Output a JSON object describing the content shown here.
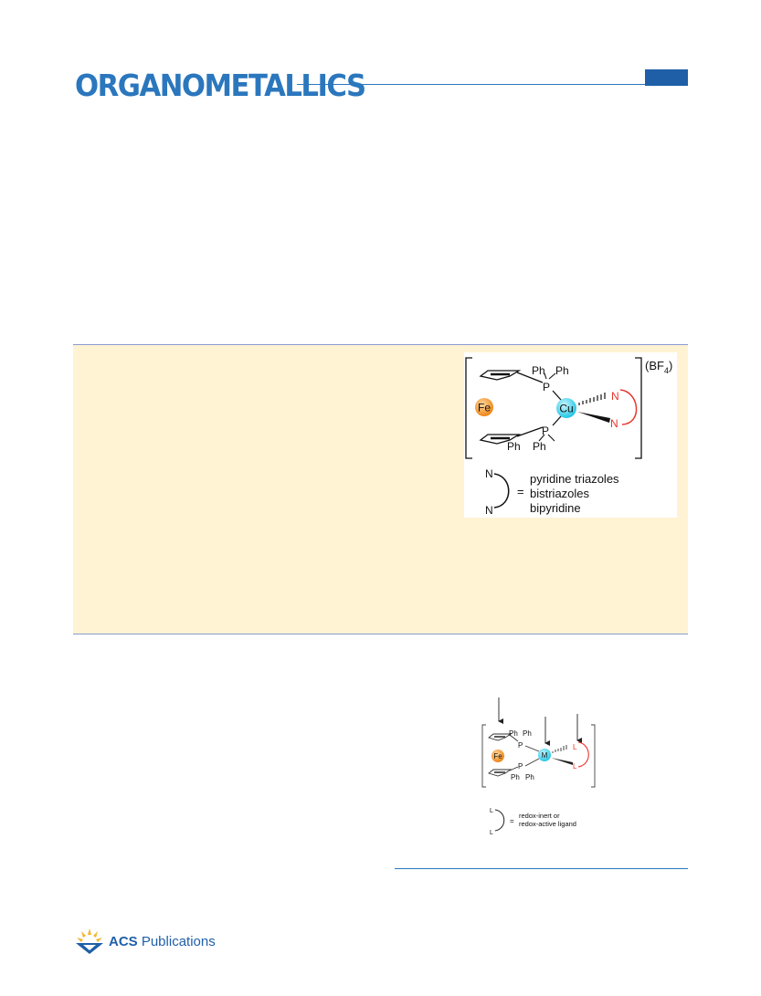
{
  "header": {
    "journal_title": "ORGANOMETALLICS"
  },
  "toc_graphic": {
    "ph1": "Ph",
    "ph2": "Ph",
    "ph3": "Ph",
    "ph4": "Ph",
    "p_top": "P",
    "p_bottom": "P",
    "fe": "Fe",
    "cu": "Cu",
    "n_top": "N",
    "n_bottom": "N",
    "counterion_main": "(BF",
    "counterion_sub": "4",
    "counterion_close": ")",
    "legend_n_top": "N",
    "legend_n_bottom": "N",
    "legend_equals": "=",
    "legend_line1": "pyridine triazoles",
    "legend_line2": "bistriazoles",
    "legend_line3": "bipyridine"
  },
  "figure": {
    "ph1": "Ph",
    "ph2": "Ph",
    "ph3": "Ph",
    "ph4": "Ph",
    "p_top": "P",
    "p_bottom": "P",
    "fe": "Fe",
    "m": "M",
    "l_top": "L",
    "l_bottom": "L",
    "legend_l_top": "L",
    "legend_l_bottom": "L",
    "legend_equals": "=",
    "legend_line1": "redox-inert or",
    "legend_line2": "redox-active ligand"
  },
  "footer": {
    "publisher_bold": "ACS",
    "publisher_rest": " Publications"
  },
  "colors": {
    "brand_blue": "#2b77be",
    "abstract_background": "#fff3d3",
    "copper_cyan": "#38d4ef",
    "iron_orange": "#f08c1e",
    "ligand_red": "#e8352e"
  }
}
